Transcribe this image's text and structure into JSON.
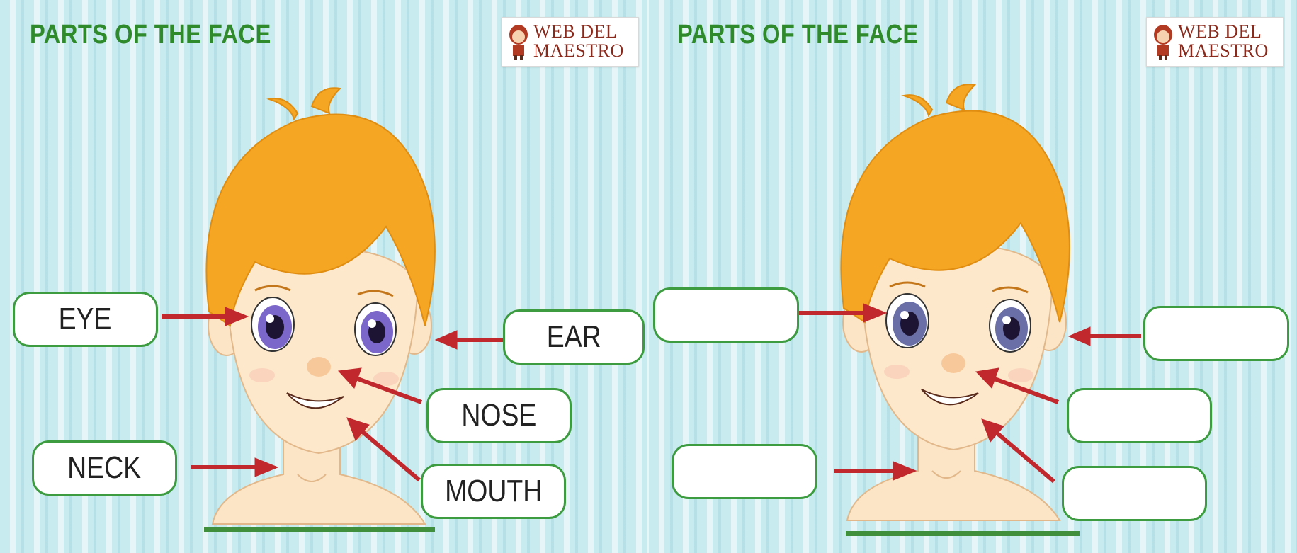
{
  "title": "PARTS OF THE FACE",
  "logo": {
    "line1": "WEB DEL",
    "line2": "MAESTRO"
  },
  "labels": {
    "eye": "EYE",
    "ear": "EAR",
    "nose": "NOSE",
    "neck": "NECK",
    "mouth": "MOUTH"
  },
  "colors": {
    "title": "#2f8a2b",
    "box_border": "#3d9b40",
    "arrow": "#c0282d",
    "hair": "#f5a623",
    "skin": "#fde6c8"
  },
  "icons": [
    "boy-face-illustration",
    "arrow-icon",
    "web-del-maestro-logo"
  ]
}
